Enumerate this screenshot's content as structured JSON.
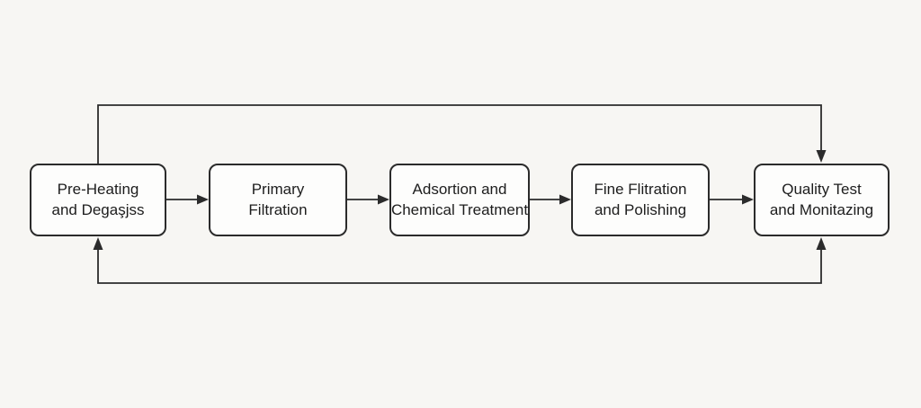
{
  "diagram": {
    "type": "flowchart",
    "nodes": [
      {
        "id": "pre-heating",
        "line1": "Pre-Heating",
        "line2": "and Degaşjss"
      },
      {
        "id": "primary-filtration",
        "line1": "Primary",
        "line2": "Filtration"
      },
      {
        "id": "adsortion",
        "line1": "Adsortion and",
        "line2": "Chemical Treatment"
      },
      {
        "id": "fine-flitration",
        "line1": "Fine Flitration",
        "line2": "and Polishing"
      },
      {
        "id": "quality-test",
        "line1": "Quality Test",
        "line2": "and Monitazing"
      }
    ],
    "edges": [
      {
        "from": "pre-heating",
        "to": "primary-filtration",
        "style": "arrow-right"
      },
      {
        "from": "primary-filtration",
        "to": "adsortion",
        "style": "arrow-right"
      },
      {
        "from": "adsortion",
        "to": "fine-flitration",
        "style": "arrow-right"
      },
      {
        "from": "fine-flitration",
        "to": "quality-test",
        "style": "arrow-right"
      },
      {
        "from": "pre-heating",
        "to": "quality-test",
        "style": "top-loop-arrow-down"
      },
      {
        "from": "quality-test",
        "to": "pre-heating",
        "style": "bottom-loop-arrows-up-both-ends"
      }
    ],
    "colors": {
      "background": "#f7f6f3",
      "box_fill": "#fdfdfc",
      "line": "#2b2b2b",
      "text": "#1d1d1d"
    }
  }
}
